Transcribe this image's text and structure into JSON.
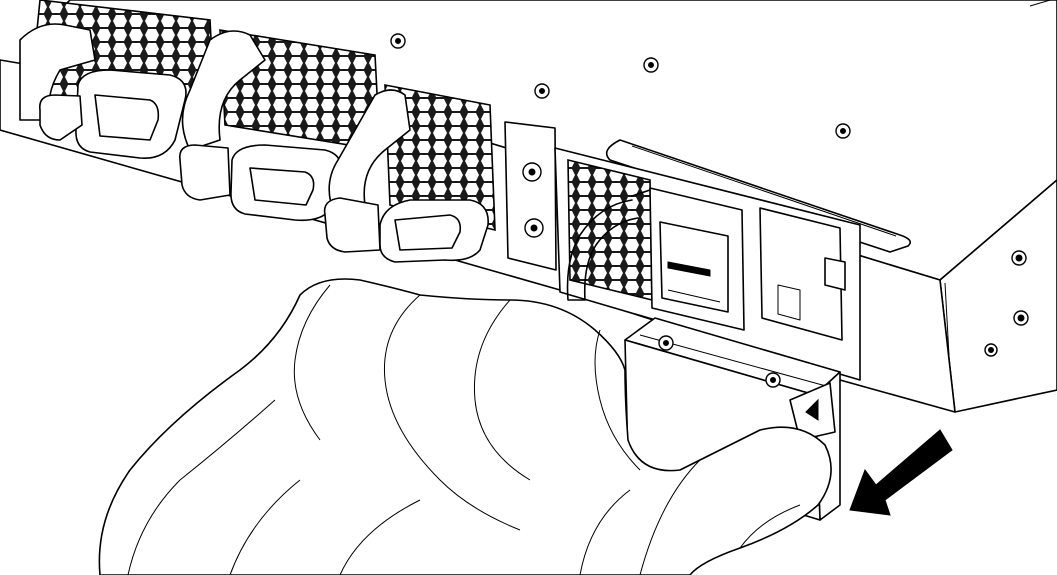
{
  "illustration": {
    "parts": [
      "chassis-top-cover",
      "fan-module-1",
      "fan-module-2",
      "fan-module-3",
      "power-supply-slot",
      "power-supply-unit",
      "power-inlet",
      "psu-handle",
      "release-latch",
      "hand",
      "removal-arrow"
    ],
    "arrow_direction": "down-left",
    "colors": {
      "line": "#000000",
      "background": "#ffffff",
      "arrow": "#000000"
    }
  }
}
